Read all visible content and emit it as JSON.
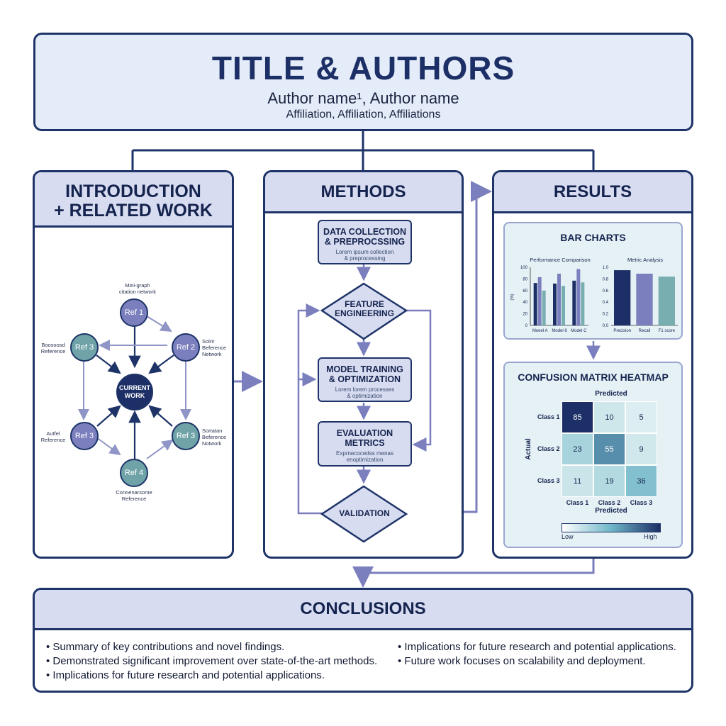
{
  "header": {
    "title": "TITLE & AUTHORS",
    "authors": "Author name¹, Author name",
    "affiliations": "Affiliation, Affiliation, Affiliations"
  },
  "intro": {
    "heading_line1": "INTRODUCTION",
    "heading_line2": "+ RELATED WORK",
    "graph_label": "Mini-graph\ncitation network",
    "center": "CURRENT\nWORK",
    "nodes": {
      "ref1": "Ref 1",
      "ref2": "Ref 2",
      "ref3_left": "Ref 3",
      "ref3_lower_left": "Ref 3",
      "ref3_right": "Ref 3",
      "ref4": "Ref 4"
    },
    "notes": {
      "left_top": "Boosoosd\nReference",
      "right_top": "Solrir\nBeference\nNetwork",
      "left_bottom": "Autfel\nReference",
      "right_bottom": "Sortatan\nBeference\nNotwork",
      "bottom": "Connenarsome\nReference"
    }
  },
  "methods": {
    "heading": "METHODS",
    "step1_title": "DATA COLLECTION\n& PREPROCSSING",
    "step1_sub": "Lorem ipsum collection\n& preprocessing",
    "step2_title": "FEATURE\nENGINEERING",
    "step3_title": "MODEL TRAINING\n& OPTIMIZATION",
    "step3_sub": "Lorem lorem processes\n& optimization",
    "step4_title": "EVALUATION\nMETRICS",
    "step4_sub": "Exprnecocedss menas\nenoptimization",
    "step5_title": "VALIDATION"
  },
  "results": {
    "heading": "RESULTS",
    "bar_title": "BAR CHARTS",
    "heatmap_title": "CONFUSION MATRIX HEATMAP",
    "legend_low": "Low",
    "legend_high": "High"
  },
  "chart_data": [
    {
      "type": "bar",
      "title": "Performance Comparison",
      "ylabel": "(%)",
      "categories": [
        "Model A",
        "Model B",
        "Model C"
      ],
      "category_labels_as_printed": [
        "Moeel A",
        "Model 6",
        "Model C"
      ],
      "ylim": [
        0,
        100
      ],
      "yticks": [
        "0",
        "20",
        "40",
        "60",
        "80",
        "100"
      ],
      "series": [
        {
          "values": [
            73,
            72,
            77
          ],
          "color": "#1c2f66"
        },
        {
          "values": [
            83,
            89,
            97
          ],
          "color": "#7b7fbd"
        },
        {
          "values": [
            60,
            68,
            74
          ],
          "color": "#79aeb0"
        }
      ]
    },
    {
      "type": "bar",
      "title": "Metric Analysis",
      "categories": [
        "Precision",
        "Recall",
        "F-score"
      ],
      "category_labels_as_printed": [
        "Precision",
        "Recall",
        "F1 score"
      ],
      "ylim": [
        0,
        1.0
      ],
      "yticks": [
        "0.0",
        "0.2",
        "0.4",
        "0.6",
        "0.8",
        "1.0"
      ],
      "values": [
        0.95,
        0.89,
        0.84
      ],
      "colors": [
        "#1c2f66",
        "#7b7fbd",
        "#79aeb0"
      ]
    },
    {
      "type": "heatmap",
      "title": "CONFUSION MATRIX HEATMAP",
      "xlabel": "Predicted",
      "ylabel": "Actual",
      "x_categories": [
        "Class 1",
        "Class 2",
        "Class 3"
      ],
      "y_categories": [
        "Class 1",
        "Class 2",
        "Class 3"
      ],
      "values": [
        [
          85,
          10,
          5
        ],
        [
          23,
          55,
          9
        ],
        [
          11,
          19,
          36
        ]
      ]
    }
  ],
  "conclusions": {
    "heading": "CONCLUSIONS",
    "left_items": [
      "• Summary of key contributions and novel findings.",
      "• Demonstrated significant improvement over state-of-the-art methods.",
      "• Implications for future research and potential applications."
    ],
    "right_items": [
      "• Implications for future research and potential applications.",
      "• Future work focuses on scalability and deployment."
    ]
  }
}
